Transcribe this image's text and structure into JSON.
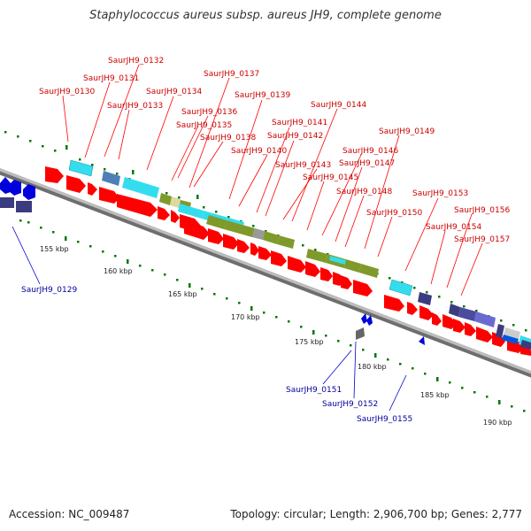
{
  "title": "Staphylococcus aureus subsp. aureus JH9, complete genome",
  "footer": {
    "accession": "Accession: NC_009487",
    "summary": "Topology: circular; Length: 2,906,700 bp; Genes: 2,777"
  },
  "colors": {
    "forward_gene": "#ff0000",
    "reverse_gene": "#0000dd",
    "label_forward": "#cc0000",
    "label_reverse": "#00009b",
    "backbone": "#9a9a9a",
    "tick": "#007700",
    "olive_feature": "#7f9a2a",
    "cyan_feature": "#33ddee",
    "steel_feature": "#4f7fb8",
    "navy_feature": "#3b3b80",
    "grey_feature": "#999999",
    "tan_feature": "#ddd9a0"
  },
  "scale_labels": [
    "155 kbp",
    "160 kbp",
    "165 kbp",
    "170 kbp",
    "175 kbp",
    "180 kbp",
    "185 kbp",
    "190 kbp"
  ],
  "forward_labels": [
    "SaurJH9_0130",
    "SaurJH9_0131",
    "SaurJH9_0132",
    "SaurJH9_0133",
    "SaurJH9_0134",
    "SaurJH9_0135",
    "SaurJH9_0136",
    "SaurJH9_0137",
    "SaurJH9_0138",
    "SaurJH9_0139",
    "SaurJH9_0140",
    "SaurJH9_0141",
    "SaurJH9_0142",
    "SaurJH9_0143",
    "SaurJH9_0144",
    "SaurJH9_0145",
    "SaurJH9_0146",
    "SaurJH9_0147",
    "SaurJH9_0148",
    "SaurJH9_0149",
    "SaurJH9_0150",
    "SaurJH9_0153",
    "SaurJH9_0154",
    "SaurJH9_0156",
    "SaurJH9_0157"
  ],
  "reverse_labels": [
    "SaurJH9_0129",
    "SaurJH9_0151",
    "SaurJH9_0152",
    "SaurJH9_0155"
  ]
}
